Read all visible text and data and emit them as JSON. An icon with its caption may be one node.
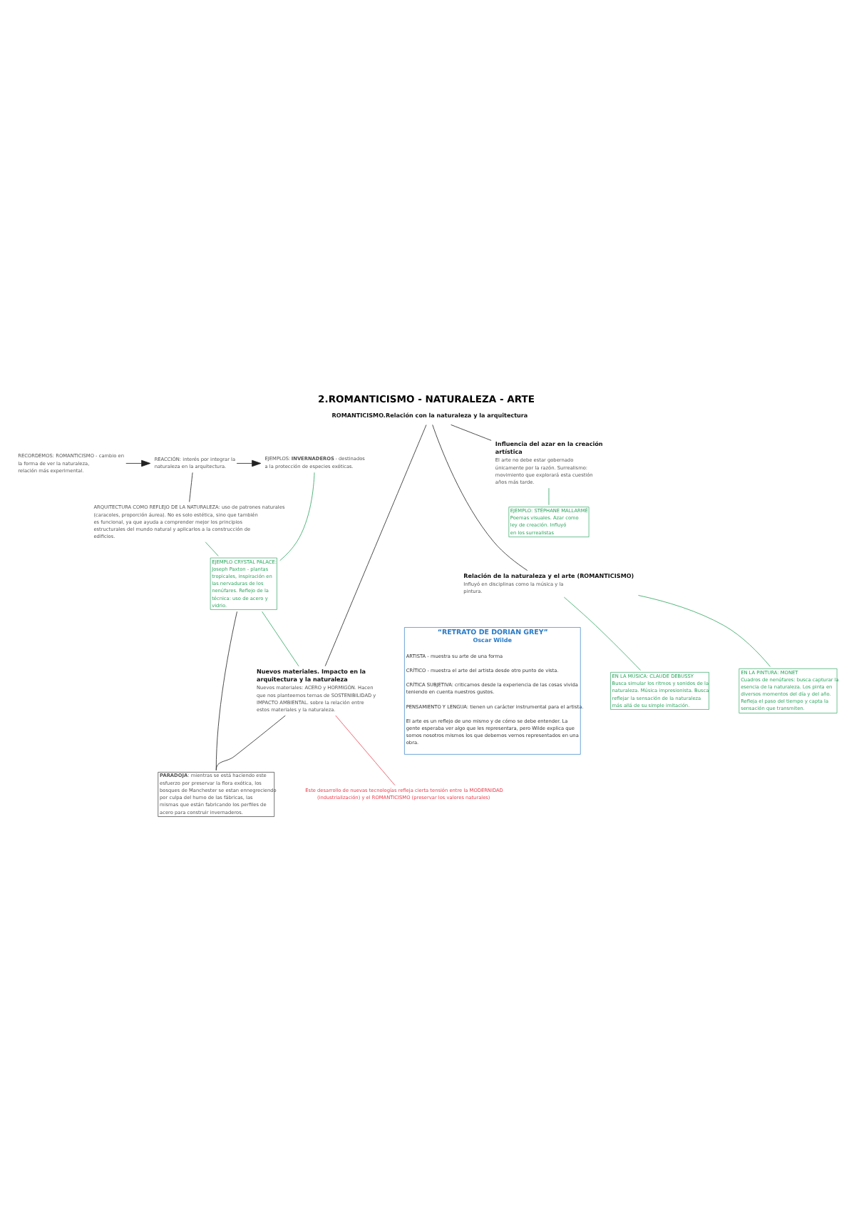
{
  "diagram": {
    "title": "2.ROMANTICISMO - NATURALEZA - ARTE",
    "nodes": [
      {
        "text": [
          "ROMANTICISMO.Relación con la naturaleza y la arquitectura"
        ]
      },
      {
        "text": [
          "RECORDEMOS: ROMANTICISMO - cambio en la forma de ver la naturaleza, relación más experimental."
        ]
      },
      {
        "text": [
          "REACCIÓN: interés por integrar la naturaleza en la arquitectura."
        ]
      },
      {
        "text": [
          "EJEMPLOS: **INVERNADEROS** - destinados a la protección de especies exóticas."
        ]
      },
      {
        "text": [
          "ARQUITECTURA COMO REFLEJO DE LA NATURALEZA: uso de patrones naturales (caracoles, proporción áurea). No es solo estética, sino que también es funcional, ya que ayuda a comprender mejor los principios estructurales del mundo natural y aplicarlos a la construcción de edificios."
        ]
      },
      {
        "text": [
          "EJEMPLO CRYSTAL PALACE:",
          "Joseph Paxton - plantas tropicales, inspiración en las nervaduras de los nenúfares. Reflejo de la técnica: uso de acero y vidrio."
        ]
      },
      {
        "text": [
          "Influencia del azar en la creación artística",
          "El arte no debe estar gobernado únicamente por la razón. Surrealismo: movimiento que explorará esta cuestión años más tarde."
        ]
      },
      {
        "text": [
          "EJEMPLO: STÉPHANE MALLARMÉ",
          "Poemas visuales. Azar como ley de creación. Influyó en los surrealistas"
        ]
      },
      {
        "text": [
          "Nuevos materiales. Impacto en la arquitectura y la naturaleza",
          "Nuevos materiales: ACERO y HORMIGÓN. Hacen que nos planteemos temas de SOSTENIBILIDAD y IMPACTO AMBIENTAL. sobre la relación entre estos materiales y la naturaleza."
        ]
      },
      {
        "text": [
          "Este desarrollo de nuevas tecnologías refleja cierta tensión entre la MODERNIDAD (industrialización) y el ROMANTICISMO (preservar los valores naturales)"
        ]
      },
      {
        "text": [
          "**PARADOJA**: mientras se está haciendo este esfuerzo por preservar la flora exótica, los bosques de Manchester se estan ennegreciendo por culpa del humo de las fábricas, las mismas que están fabricando los perfiles de acero para construir invernaderos."
        ]
      },
      {
        "text": [
          "Relación de la naturaleza y el arte (ROMANTICISMO)",
          "Influyó en disciplinas como la música y la pintura."
        ]
      },
      {
        "text": [
          "EN LA MÚSICA: CLAUDE DEBUSSY",
          "Busca simular los ritmos y sonidos de la naturaleza. Música impresionista. Busca reflejar la sensación de la naturaleza más allá de su simple imitación."
        ]
      },
      {
        "text": [
          "EN LA PINTURA: MONET",
          "Cuadros de nenúfares: busca capturar la esencia de la naturaleza. Los pinta en diversos momentos del día y del año. Refleja el paso del tiempo y capta la sensación que transmiten."
        ]
      },
      {
        "text": [
          "“RETRATO DE DORIAN GREY”",
          "Oscar Wilde",
          "ARTISTA - muestra su arte de una forma",
          "CRÍTICO - muestra el arte del artista desde otro punto de vista.",
          "CRÍTICA SUBJETIVA: criticamos desde la experiencia de las cosas vivida teniendo en cuenta nuestros gustos.",
          "PENSAMIENTO Y LENGUA: tienen un carácter instrumental para el artista.",
          "El arte es un reflejo de uno mismo y de cómo se debe entender. La gente esperaba ver algo que les representara, pero Wilde explica que somos nosotros mismos los que debemos vernos representados en una obra."
        ]
      }
    ],
    "edges": [
      {
        "from": 0,
        "to": 6,
        "arrow": "none"
      },
      {
        "from": 0,
        "to": 8,
        "arrow": "none"
      },
      {
        "from": 0,
        "to": 11,
        "arrow": "none"
      },
      {
        "from": 1,
        "to": 2,
        "arrow": "to"
      },
      {
        "from": 2,
        "to": 3,
        "arrow": "to"
      },
      {
        "from": 2,
        "to": 4,
        "arrow": "none"
      },
      {
        "from": 3,
        "to": 5,
        "arrow": "none",
        "color": "#2ea55f"
      },
      {
        "from": 4,
        "to": 5,
        "arrow": "none",
        "color": "#2ea55f"
      },
      {
        "from": 5,
        "to": 8,
        "arrow": "none",
        "color": "#2ea55f"
      },
      {
        "from": 6,
        "to": 7,
        "arrow": "none",
        "color": "#2ea55f"
      },
      {
        "from": 8,
        "to": 9,
        "arrow": "none",
        "color": "#e8414f"
      },
      {
        "from": 8,
        "to": 10,
        "arrow": "none"
      },
      {
        "from": 5,
        "to": 10,
        "arrow": "none"
      },
      {
        "from": 11,
        "to": 12,
        "arrow": "none",
        "color": "#2ea55f"
      },
      {
        "from": 11,
        "to": 13,
        "arrow": "none",
        "color": "#2ea55f"
      }
    ]
  }
}
